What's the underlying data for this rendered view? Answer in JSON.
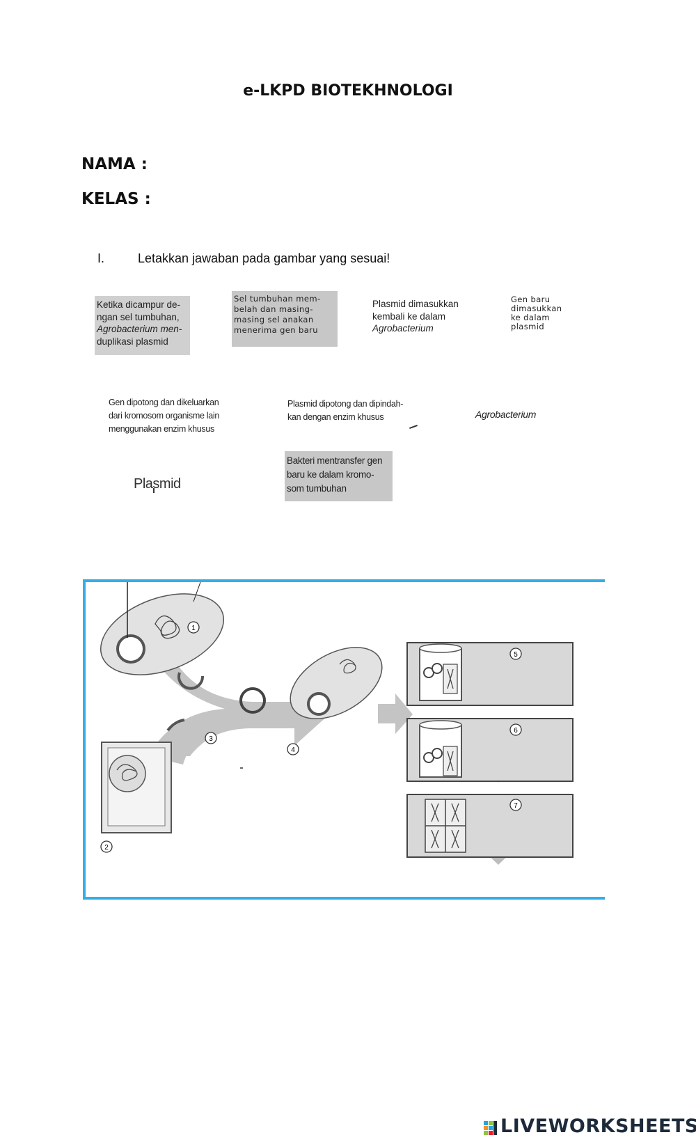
{
  "header": {
    "title": "e-LKPD  BIOTEKHNOLOGI",
    "name_label": "NAMA  :",
    "class_label": "KELAS  :"
  },
  "instruction": {
    "number": "I.",
    "text": "Letakkan jawaban pada gambar yang sesuai!"
  },
  "answer_cards": [
    {
      "lines": [
        "Ketika dicampur de-",
        "ngan sel tumbuhan,",
        "Agrobacterium men-",
        "duplikasi plasmid"
      ]
    },
    {
      "lines": [
        "Sel tumbuhan mem-",
        "belah dan masing-",
        "masing sel anakan",
        "menerima gen baru"
      ]
    },
    {
      "lines": [
        "Plasmid dimasukkan",
        "kembali ke dalam",
        "Agrobacterium"
      ]
    },
    {
      "lines": [
        "Gen baru",
        "dimasukkan",
        "ke dalam",
        "plasmid"
      ]
    },
    {
      "lines": [
        "Gen dipotong dan dikeluarkan",
        "dari kromosom organisme lain",
        "menggunakan enzim khusus"
      ]
    },
    {
      "lines": [
        "Plasmid dipotong dan dipindah-",
        "kan dengan enzim khusus"
      ]
    },
    {
      "lines": [
        "Agrobacterium"
      ]
    },
    {
      "lines": [
        "Plasmid"
      ]
    },
    {
      "lines": [
        "Bakteri mentransfer gen",
        "baru ke dalam kromo-",
        "som tumbuhan"
      ]
    }
  ],
  "diagram": {
    "step_numbers": [
      "1",
      "2",
      "3",
      "4",
      "5",
      "6",
      "7"
    ]
  },
  "footer": {
    "brand": "LIVEWORKSHEETS"
  },
  "colors": {
    "frame_border": "#33aee6",
    "arrow_fill": "#c4c4c4",
    "answer_box": "#d0d0d0"
  }
}
